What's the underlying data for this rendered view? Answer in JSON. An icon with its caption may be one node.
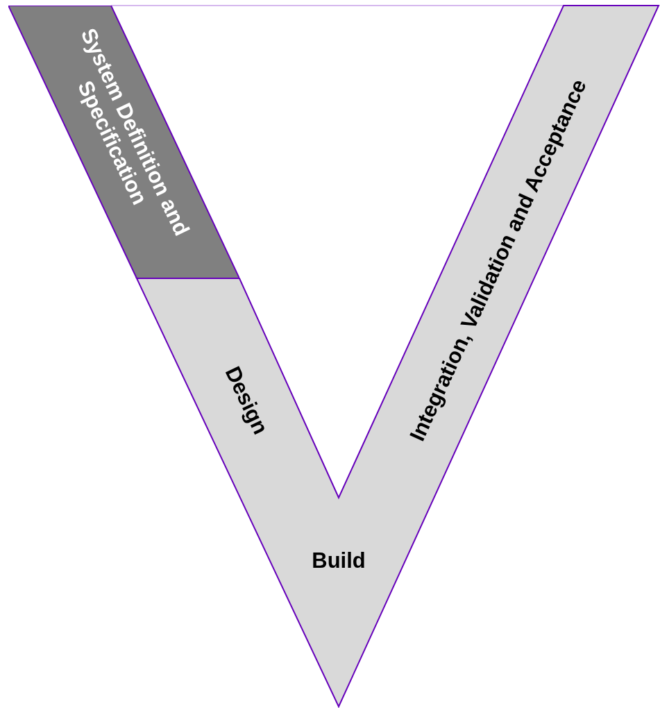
{
  "diagram": {
    "nodes": [
      {
        "text": [
          "System Definition and Specification"
        ]
      },
      {
        "text": [
          "Design"
        ]
      },
      {
        "text": [
          "Build"
        ]
      },
      {
        "text": [
          "Integration, Validation and Acceptance"
        ]
      }
    ]
  }
}
